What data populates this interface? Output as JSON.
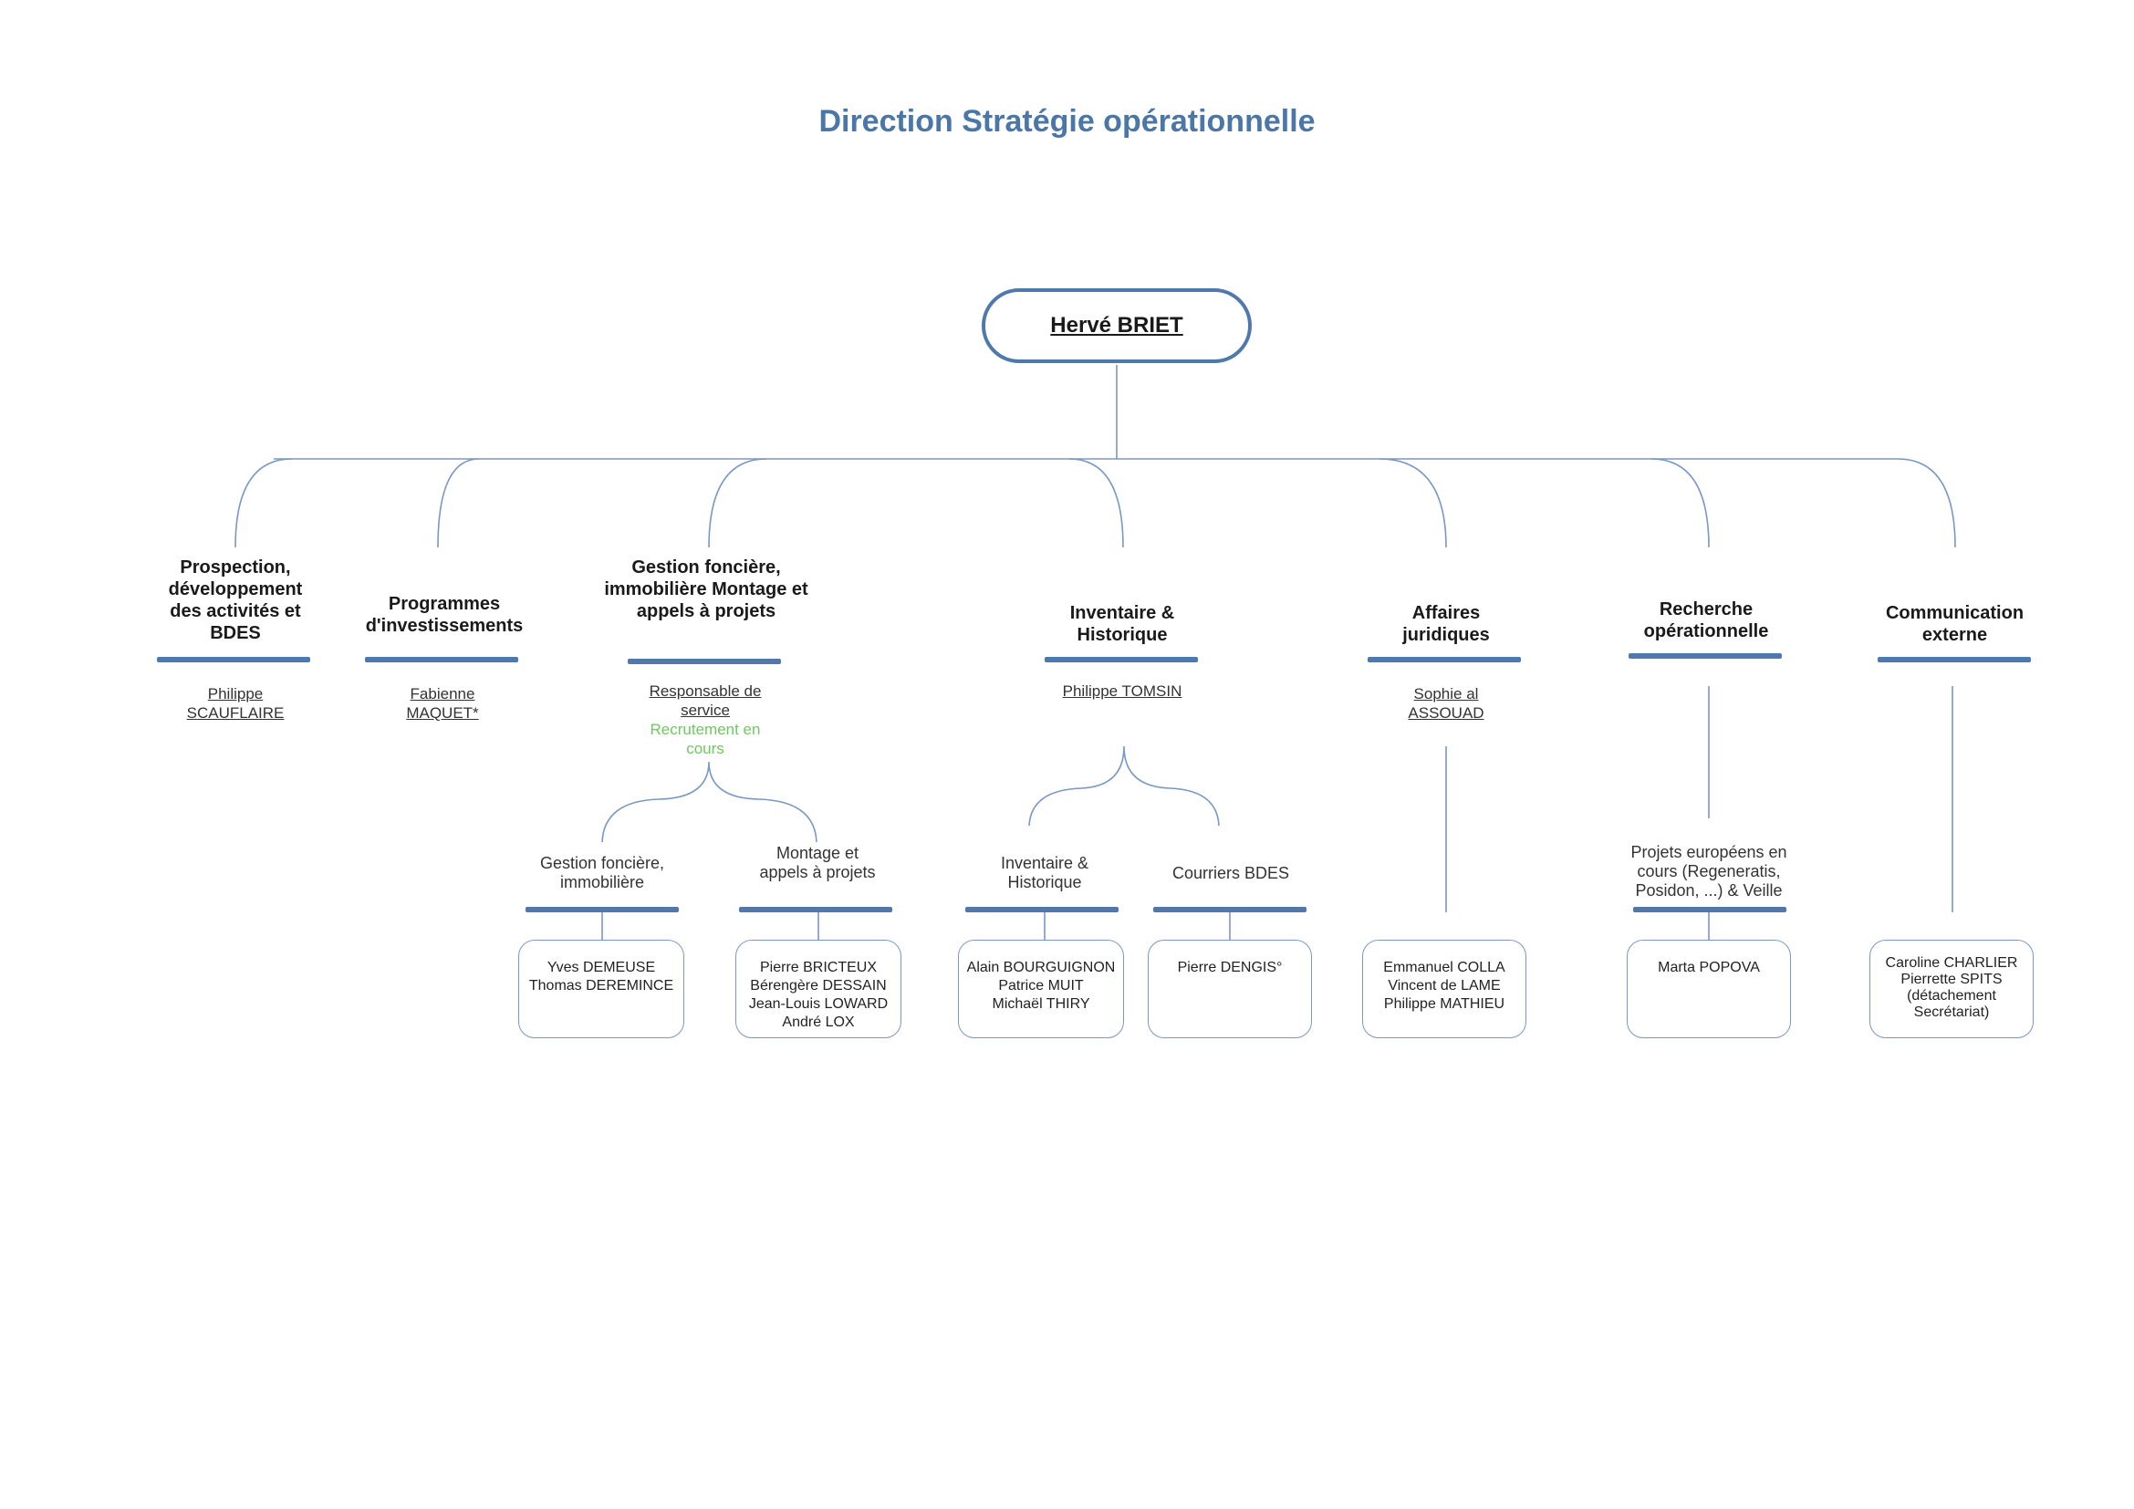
{
  "title": "Direction Stratégie opérationnelle",
  "root": {
    "name": "Hervé BRIET"
  },
  "departments": [
    {
      "id": "prospection",
      "name": "Prospection, développement des activités et BDES",
      "head": "Philippe SCAUFLAIRE"
    },
    {
      "id": "programmes",
      "name": "Programmes d'investissements",
      "head": "Fabienne MAQUET*"
    },
    {
      "id": "gestion",
      "name": "Gestion foncière, immobilière Montage et appels à projets",
      "head": "Responsable de service",
      "head_note": "Recrutement en cours"
    },
    {
      "id": "inventaire",
      "name": "Inventaire & Historique",
      "head": "Philippe TOMSIN"
    },
    {
      "id": "affaires",
      "name": "Affaires juridiques",
      "head": "Sophie al ASSOUAD"
    },
    {
      "id": "recherche",
      "name": "Recherche opérationnelle"
    },
    {
      "id": "communication",
      "name": "Communication externe"
    }
  ],
  "subunits": [
    {
      "id": "gestion-fonciere",
      "name": "Gestion foncière, immobilière",
      "members": "Yves DEMEUSE\nThomas DEREMINCE"
    },
    {
      "id": "montage",
      "name": "Montage et appels à projets",
      "members": "Pierre BRICTEUX\nBérengère DESSAIN\nJean-Louis LOWARD\nAndré LOX"
    },
    {
      "id": "inventaire-historique",
      "name": "Inventaire & Historique",
      "members": "Alain BOURGUIGNON\nPatrice MUIT\nMichaël THIRY"
    },
    {
      "id": "courriers",
      "name": "Courriers BDES",
      "members": "Pierre DENGIS°"
    },
    {
      "id": "projets-europeens",
      "name": "Projets européens en cours (Regeneratis, Posidon, ...) & Veille",
      "members": "Marta POPOVA"
    }
  ],
  "staff_boxes": [
    {
      "id": "affaires-staff",
      "members": "Emmanuel COLLA\nVincent de LAME\nPhilippe MATHIEU"
    },
    {
      "id": "communication-staff",
      "members": "Caroline CHARLIER\nPierrette SPITS\n(détachement Secrétariat)"
    }
  ],
  "colors": {
    "accent": "#4f79ad",
    "title": "#4a76a8",
    "connector": "#7a98c4",
    "note": "#70c860"
  }
}
